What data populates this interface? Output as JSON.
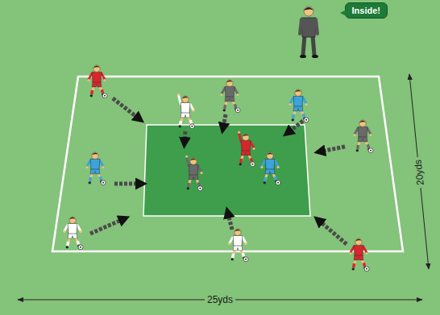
{
  "diagram": {
    "nodes": [
      {
        "text": [
          "Inside!"
        ]
      }
    ],
    "labels": [
      "20yds",
      "25yds"
    ]
  }
}
